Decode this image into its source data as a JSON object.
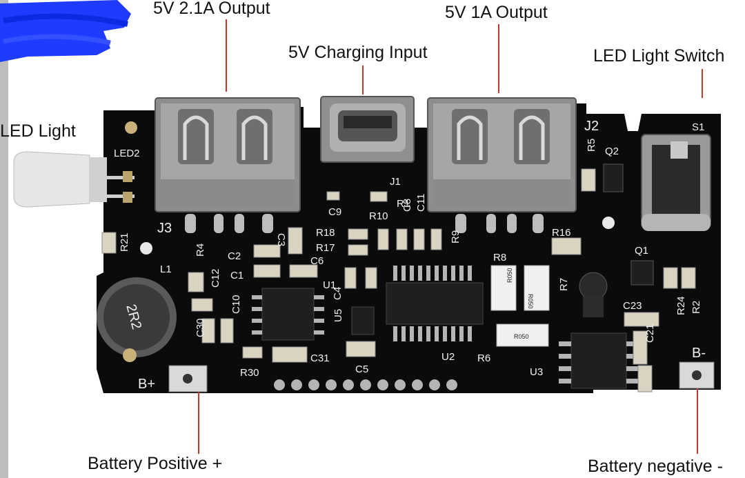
{
  "callouts": {
    "output_21a": "5V 2.1A Output",
    "output_1a": "5V 1A Output",
    "charging_input": "5V Charging Input",
    "led_switch": "LED Light Switch",
    "led_light": "LED Light",
    "battery_positive": "Battery Positive +",
    "battery_negative": "Battery negative -"
  },
  "silkscreen": {
    "led2": "LED2",
    "j3": "J3",
    "j1": "J1",
    "j2": "J2",
    "s1": "S1",
    "q2": "Q2",
    "q1": "Q1",
    "r5": "R5",
    "r21": "R21",
    "l1": "L1",
    "r4": "R4",
    "c12": "C12",
    "c10": "C10",
    "c30": "C30",
    "c2": "C2",
    "c1": "C1",
    "c3": "C3",
    "c6": "C6",
    "u1": "U1",
    "c4": "C4",
    "u5": "U5",
    "c9": "C9",
    "r10": "R10",
    "r1": "R1",
    "c8": "C8",
    "c11": "C11",
    "r18": "R18",
    "r17": "R17",
    "r9": "R9",
    "r16": "R16",
    "r8": "R8",
    "r7": "R7",
    "r24": "R24",
    "r2": "R2",
    "c23": "C23",
    "c21": "C21",
    "u2": "U2",
    "r6": "R6",
    "u3": "U3",
    "c5": "C5",
    "c31": "C31",
    "r30": "R30",
    "b_plus": "B+",
    "b_minus": "B-",
    "inductor": "2R2",
    "r050_a": "R050",
    "r050_b": "R050",
    "r050_c": "R050"
  },
  "colors": {
    "pcb": "#0b0b0b",
    "silk": "#f2f2f2",
    "metal": "#9a9a9a",
    "leader": "#c0392b",
    "redaction": "#1f3bff"
  }
}
